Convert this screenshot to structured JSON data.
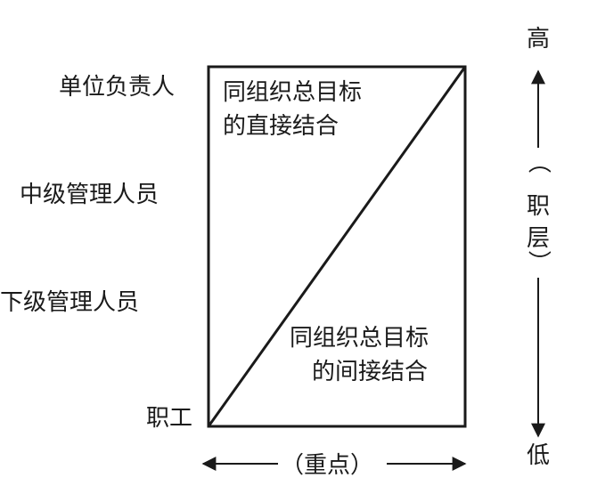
{
  "levels": {
    "unit_head": "单位负责人",
    "middle_manager": "中级管理人员",
    "lower_manager": "下级管理人员",
    "staff": "职工"
  },
  "regions": {
    "direct_line1": "同组织总目标",
    "direct_line2": "的直接结合",
    "indirect_line1": "同组织总目标",
    "indirect_line2": "的间接结合"
  },
  "horizontal_axis": {
    "label": "（重点）"
  },
  "vertical_axis": {
    "top": "高",
    "bottom": "低",
    "chars": [
      "（",
      "职",
      "层",
      "）"
    ]
  },
  "colors": {
    "ink": "#1a1a1a",
    "background": "#ffffff"
  }
}
